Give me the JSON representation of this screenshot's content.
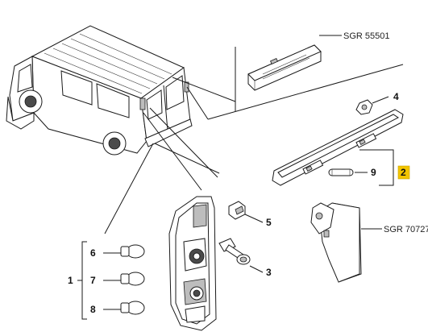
{
  "references": {
    "top_lamp": "SGR 55501",
    "side_lamp": "SGR 70727"
  },
  "callouts": {
    "c1": "1",
    "c2": "2",
    "c3": "3",
    "c4": "4",
    "c5": "5",
    "c6": "6",
    "c7": "7",
    "c8": "8",
    "c9": "9"
  },
  "colors": {
    "highlight_box": "#f2c400",
    "line": "#1a1a1a"
  }
}
